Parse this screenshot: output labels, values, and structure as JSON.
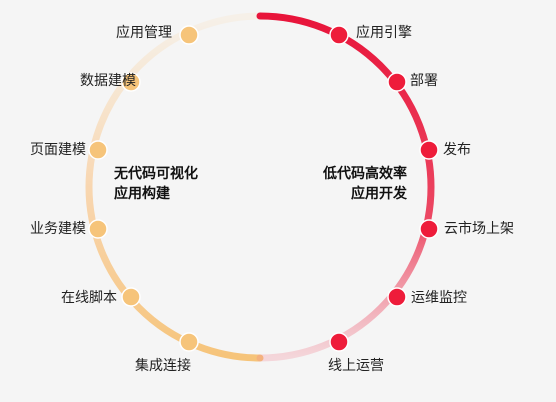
{
  "left_group": {
    "title_line1": "无代码可视化",
    "title_line2": "应用构建",
    "items": [
      "应用管理",
      "数据建模",
      "页面建模",
      "业务建模",
      "在线脚本",
      "集成连接"
    ]
  },
  "right_group": {
    "title_line1": "低代码高效率",
    "title_line2": "应用开发",
    "items": [
      "应用引擎",
      "部署",
      "发布",
      "云市场上架",
      "运维监控",
      "线上运营"
    ]
  },
  "colors": {
    "left_dot": "#f6c47a",
    "left_arc": "#f9c993",
    "right_dot": "#ee1c3a",
    "right_arc": "#e8143a"
  }
}
